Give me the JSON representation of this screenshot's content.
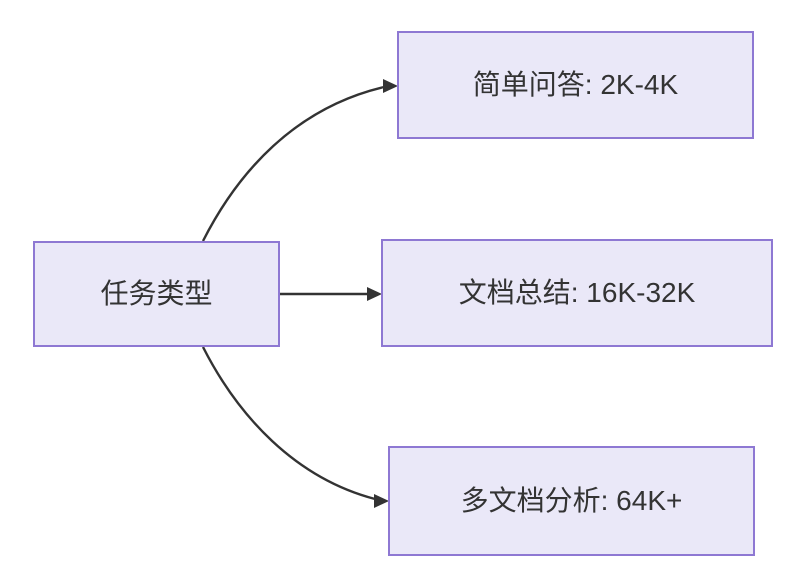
{
  "diagram": {
    "root": {
      "label": "任务类型"
    },
    "branches": [
      {
        "label": "简单问答: 2K-4K"
      },
      {
        "label": "文档总结: 16K-32K"
      },
      {
        "label": "多文档分析: 64K+"
      }
    ],
    "colors": {
      "node_fill": "#EAE8F8",
      "node_border": "#8E78D3",
      "edge": "#333333",
      "text": "#333333",
      "background": "#FFFFFF"
    }
  }
}
